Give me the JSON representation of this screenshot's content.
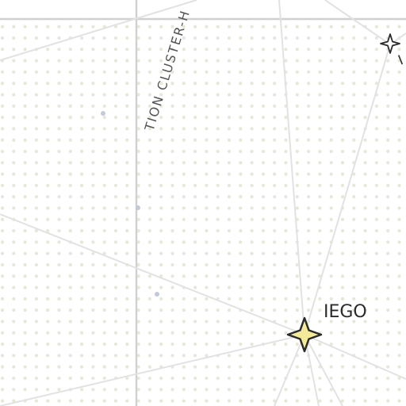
{
  "map": {
    "background_color": "#ffffff",
    "dot_color": "#e6e6da",
    "line_color": "#e2e2e2",
    "border_color": "#d0d0d0",
    "star_fill": "#f3eb9a",
    "star_stroke": "#2b2b2b",
    "region_label": "TION CLUSTER-H",
    "primary_system": {
      "name": "IEGO",
      "icon": "four-point-star-icon"
    },
    "secondary_system": {
      "name": "",
      "icon": "four-point-star-icon"
    },
    "edge_glyph": "I"
  }
}
